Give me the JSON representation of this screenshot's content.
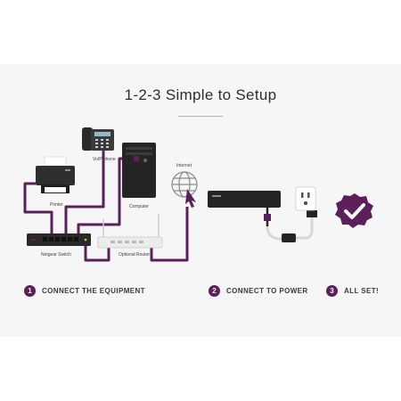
{
  "title": "1-2-3  Simple to Setup",
  "colors": {
    "accent": "#5b1f59",
    "cable": "#5b1f59",
    "panel": "#f6f6f6"
  },
  "labels": {
    "voip_phone": "VoIP phone",
    "printer": "Printer",
    "computer": "Computer",
    "internet": "Internet",
    "netgear_switch": "Netgear Switch",
    "optional_router": "Optional Router"
  },
  "steps": [
    {
      "number": "1",
      "label": "CONNECT THE EQUIPMENT"
    },
    {
      "number": "2",
      "label": "CONNECT TO POWER"
    },
    {
      "number": "3",
      "label": "ALL SET!"
    }
  ],
  "icons": [
    "phone-icon",
    "printer-icon",
    "computer-icon",
    "globe-icon",
    "switch-icon",
    "router-icon",
    "power-adapter-icon",
    "wall-outlet-icon",
    "checkmark-badge-icon"
  ]
}
